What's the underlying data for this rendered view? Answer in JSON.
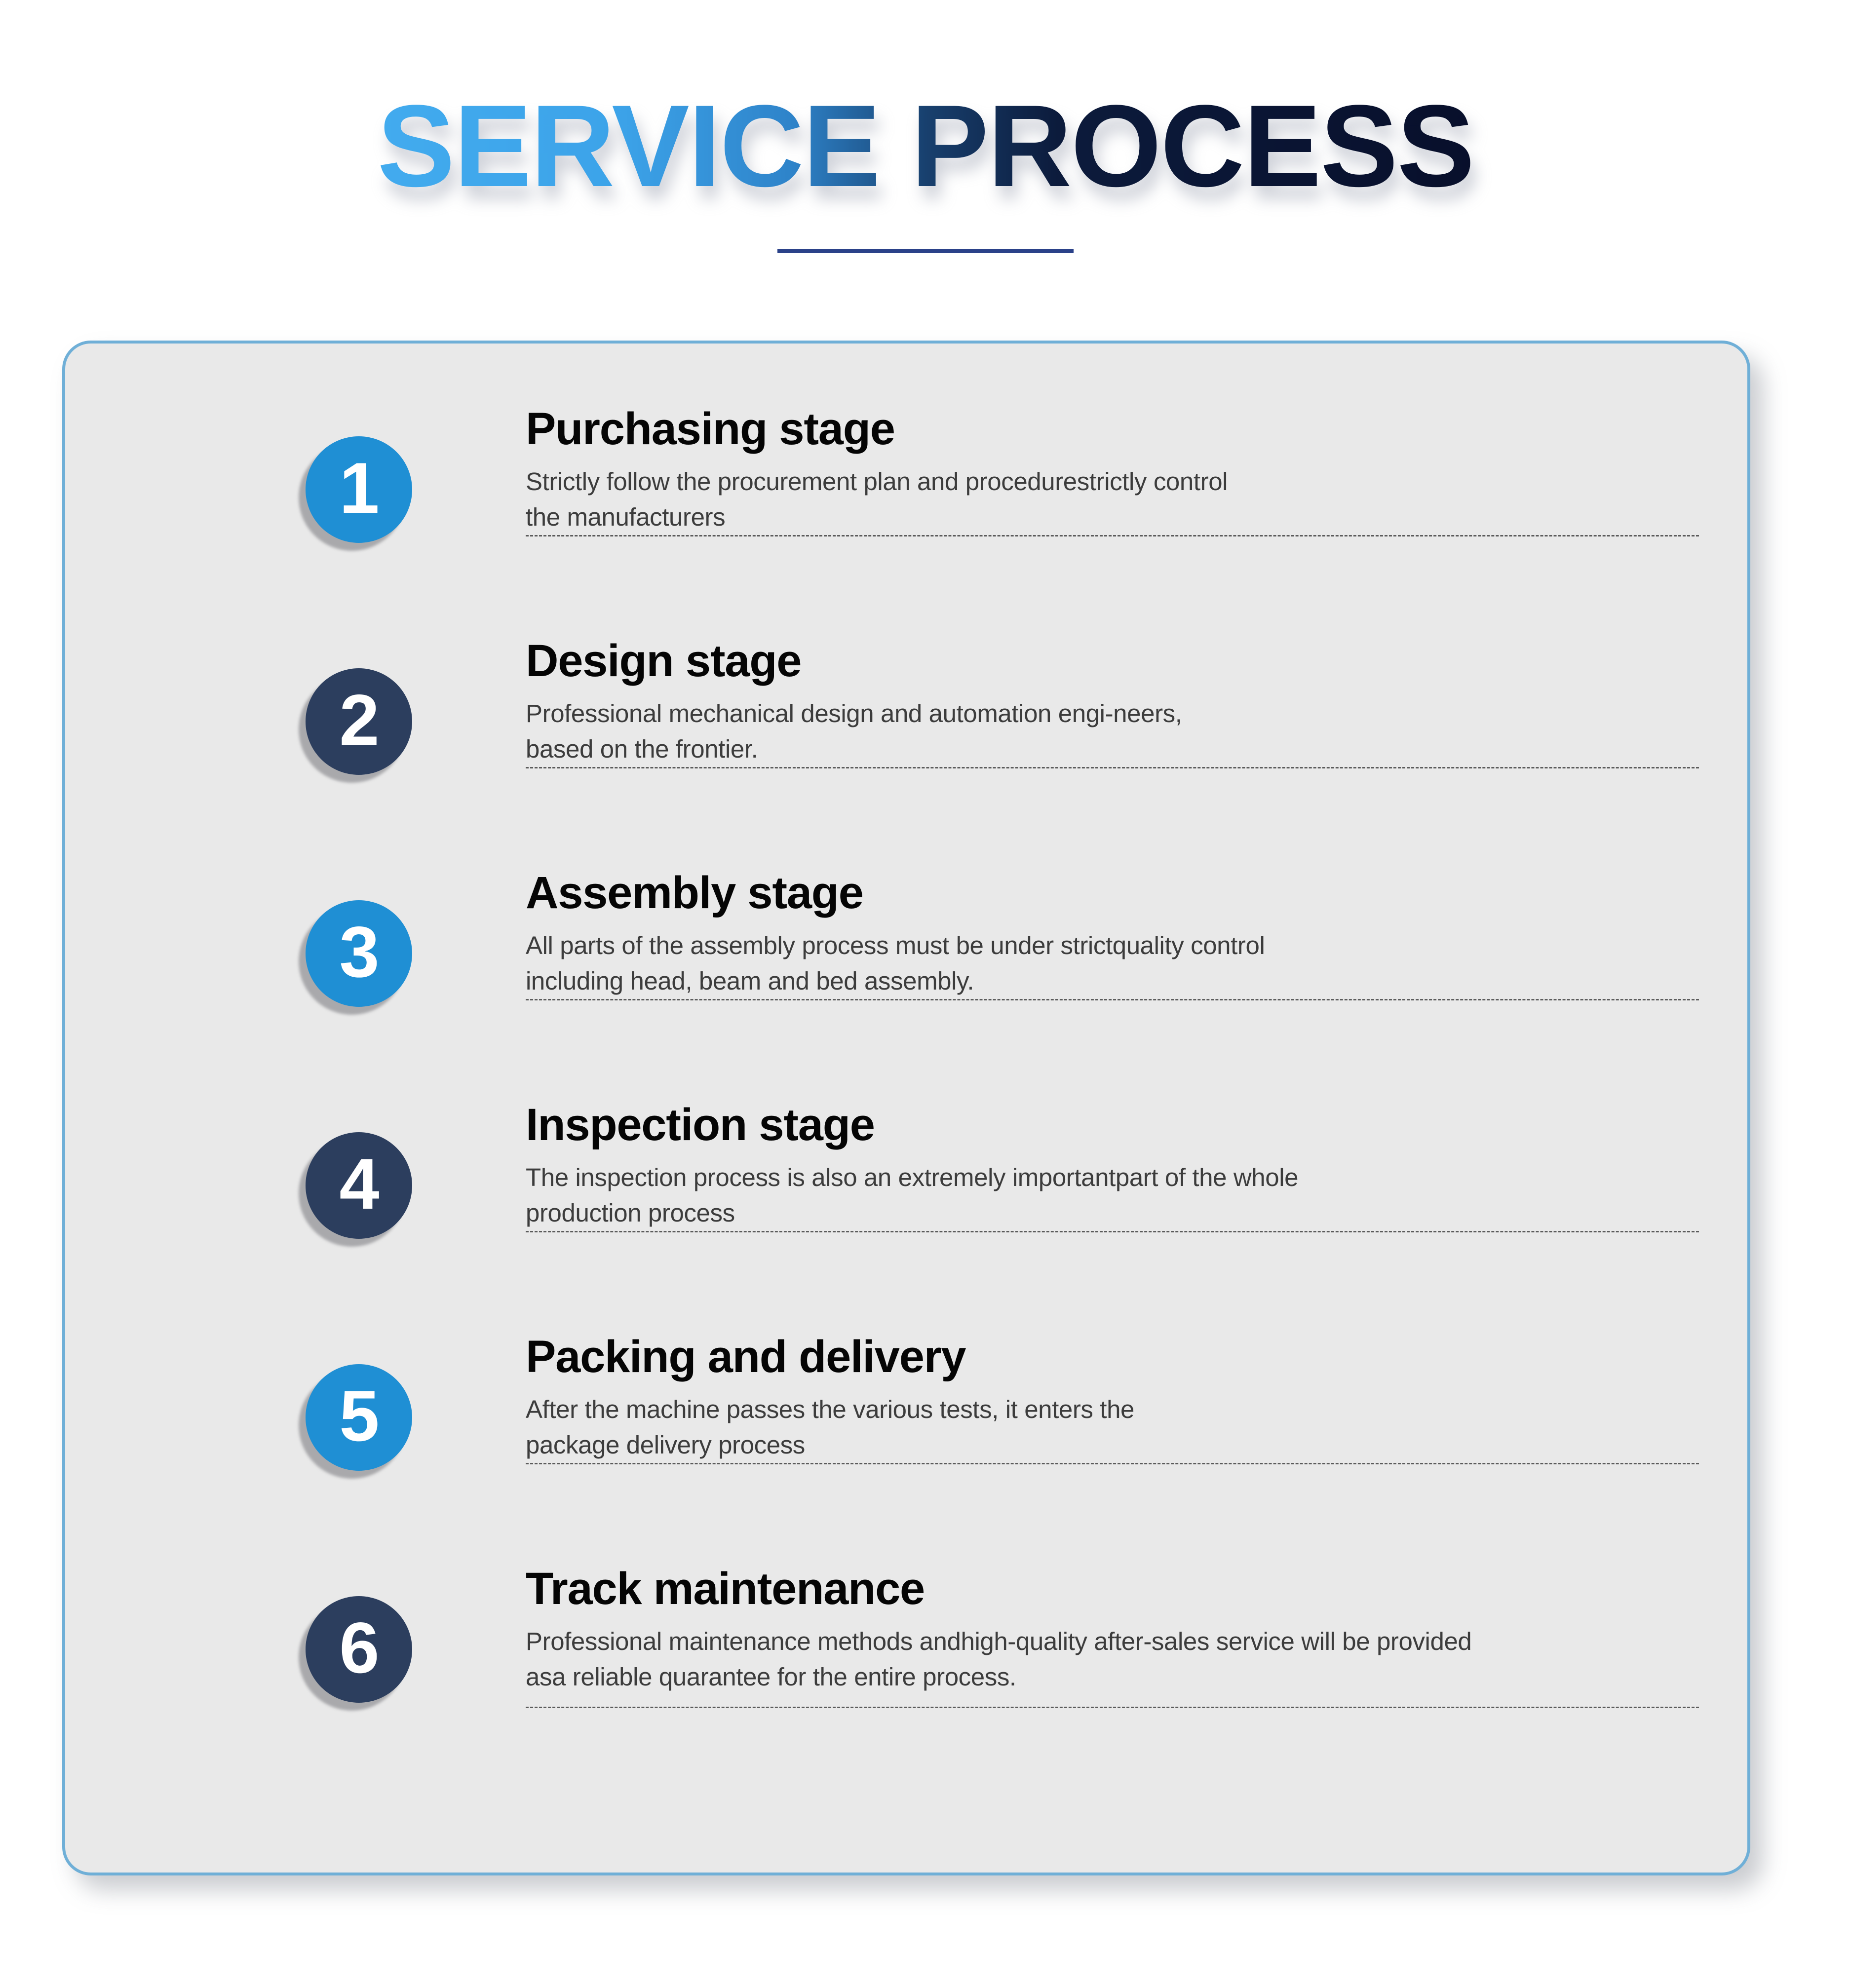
{
  "header": {
    "title": "SERVICE PROCESS",
    "title_gradient_start": "#42ABEE",
    "title_gradient_end": "#080F2B",
    "underline_color": "#2A4189"
  },
  "card": {
    "background": "#E9E9E9",
    "border_color": "#6FAFD7"
  },
  "palette": {
    "badge_blue": "#1F8FD4",
    "badge_navy": "#2C3E5E",
    "badge_shadow": "#A9A9AC",
    "title_text": "#050505",
    "body_text": "#3C3C3C",
    "rule": "#5B5B5B"
  },
  "steps": [
    {
      "number": "1",
      "badge_style": "blue",
      "title": "Purchasing stage",
      "desc_lines": [
        "Strictly follow the procurement plan and procedurestrictly control",
        "the manufacturers"
      ]
    },
    {
      "number": "2",
      "badge_style": "navy",
      "title": "Design stage",
      "desc_lines": [
        "Professional mechanical design and automation engi-neers,",
        "based on the frontier."
      ]
    },
    {
      "number": "3",
      "badge_style": "blue",
      "title": "Assembly stage",
      "desc_lines": [
        "All parts of the assembly process must be under strictquality control",
        "including head, beam and bed assembly."
      ]
    },
    {
      "number": "4",
      "badge_style": "navy",
      "title": "Inspection stage",
      "desc_lines": [
        "The inspection process is also an extremely importantpart of the whole",
        "production process"
      ]
    },
    {
      "number": "5",
      "badge_style": "blue",
      "title": "Packing and delivery",
      "desc_lines": [
        "After the machine passes the various tests, it enters the",
        "package delivery process"
      ]
    },
    {
      "number": "6",
      "badge_style": "navy",
      "title": "Track maintenance",
      "desc_lines": [
        "Professional maintenance methods andhigh-quality after-sales service will be provided",
        "asa reliable quarantee for the entire process."
      ]
    }
  ]
}
